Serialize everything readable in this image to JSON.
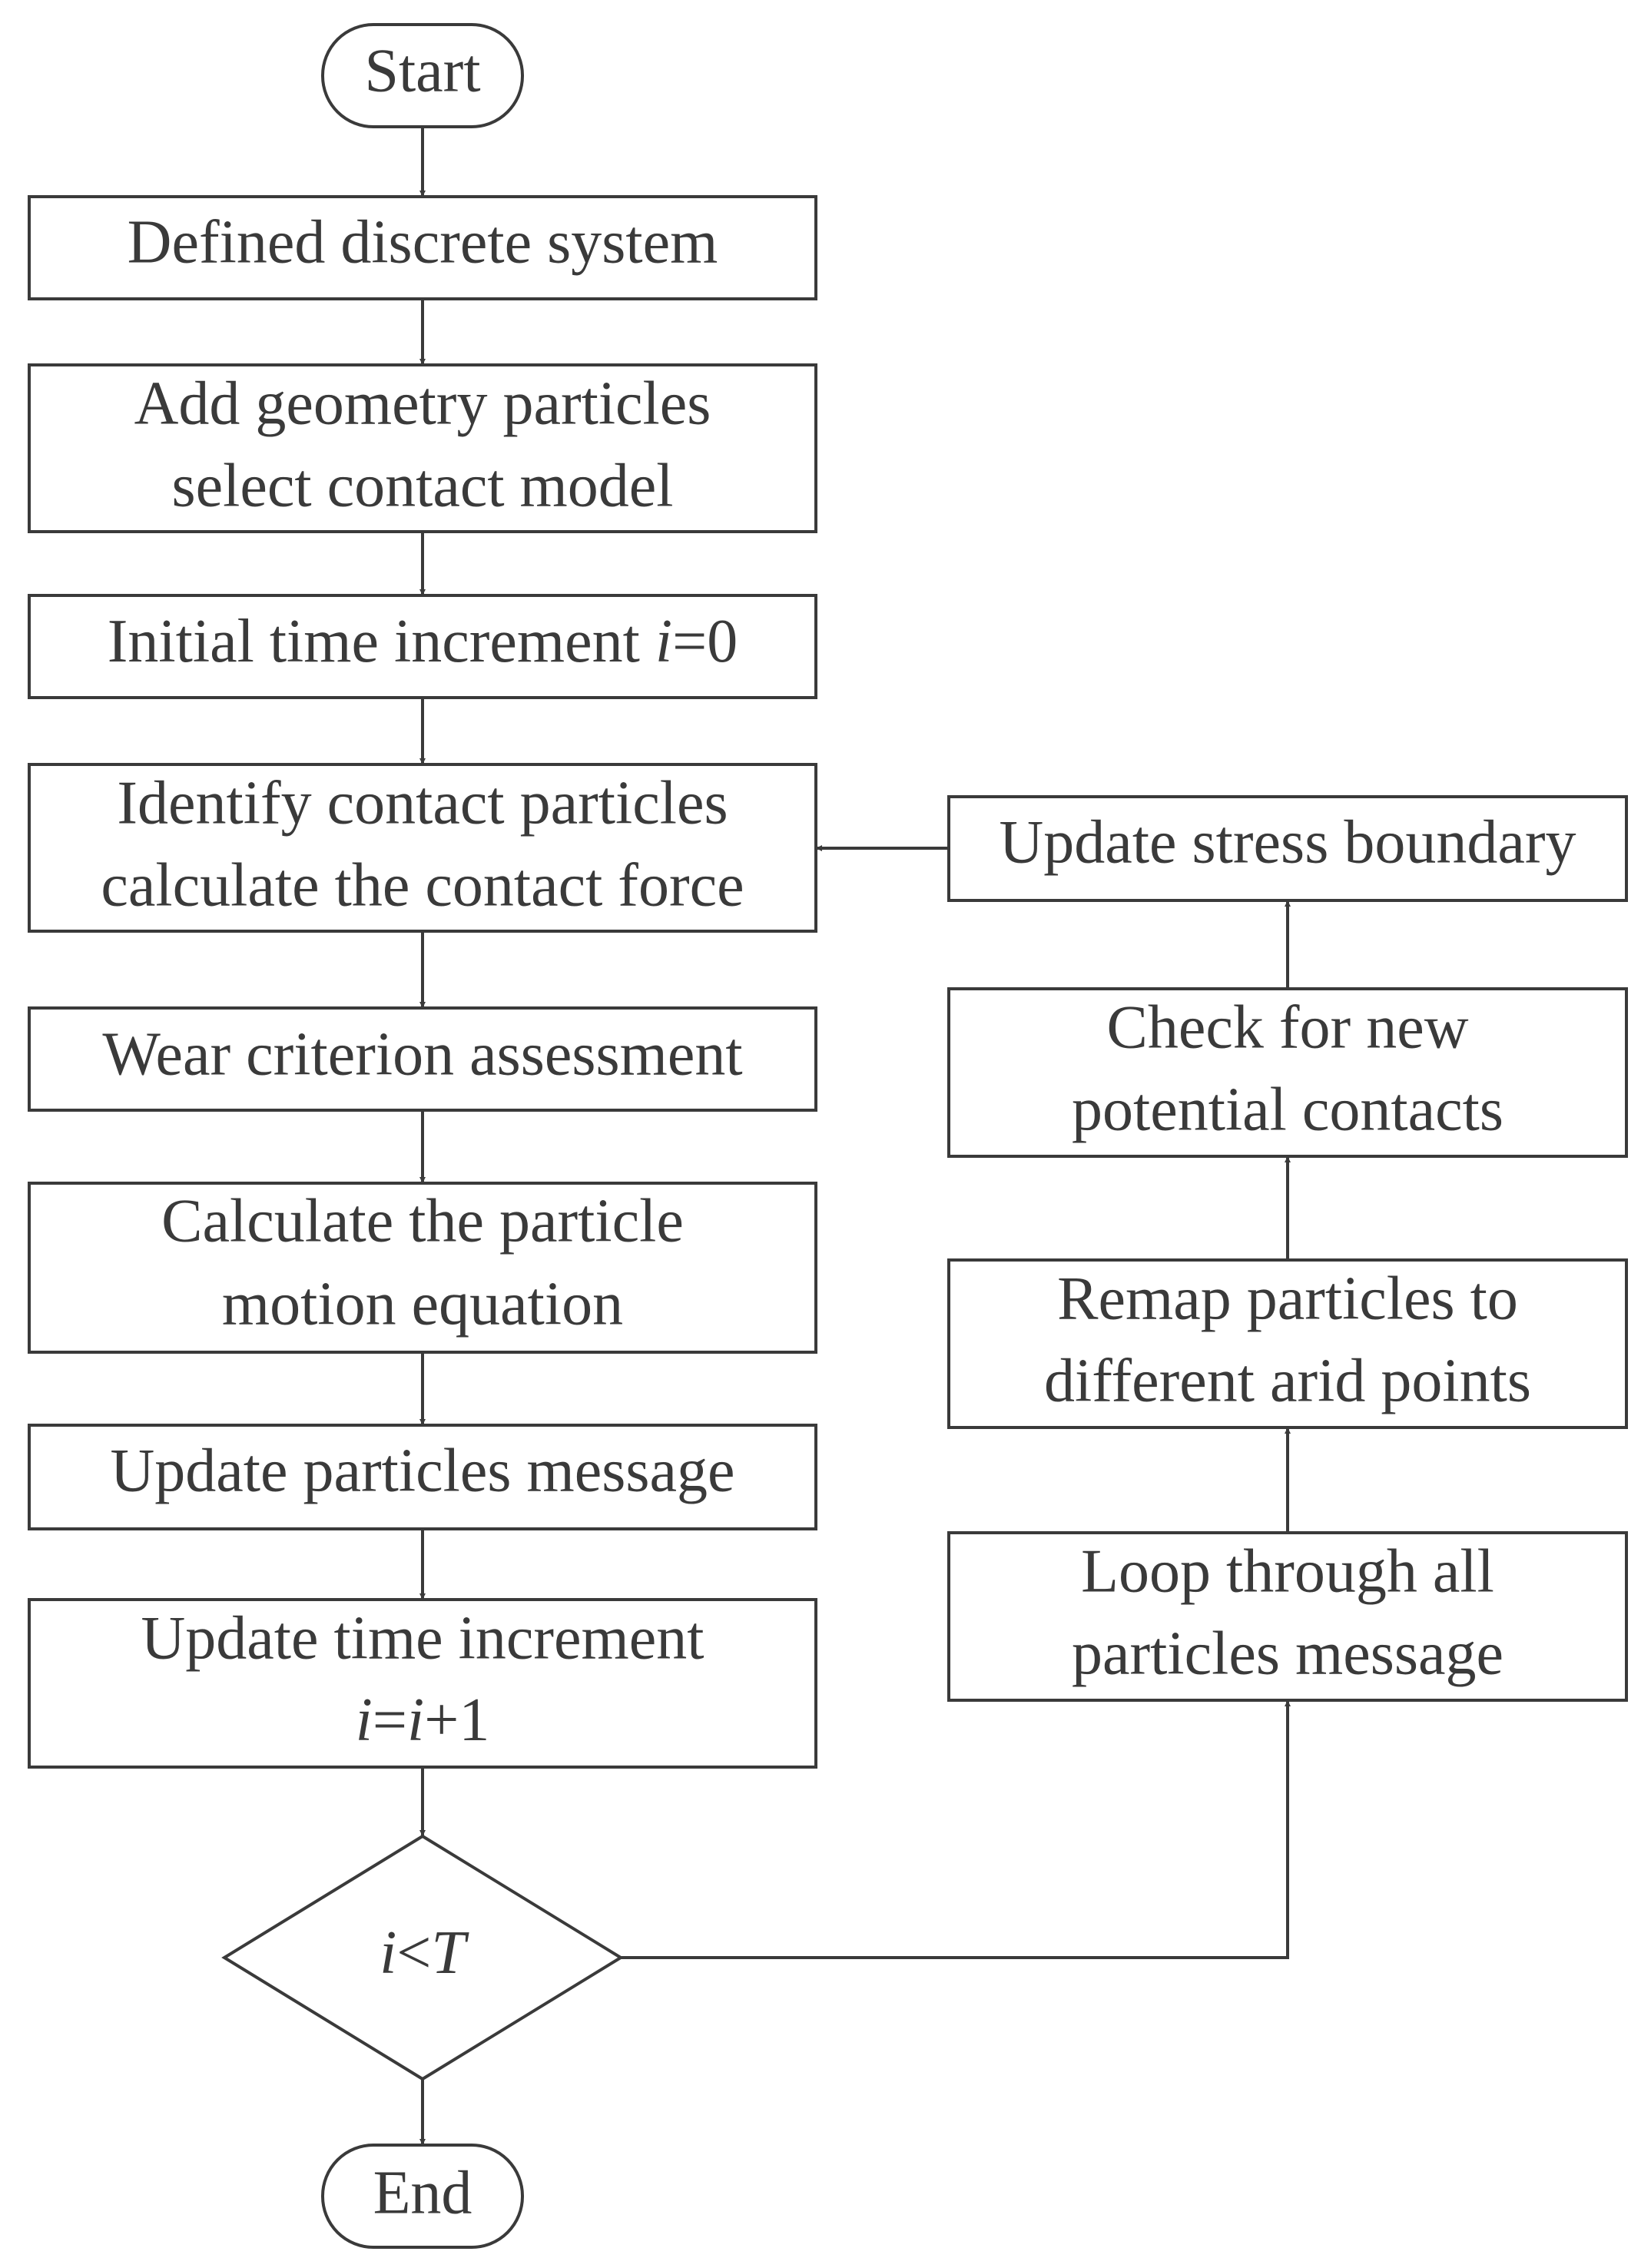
{
  "flowchart": {
    "start": "Start",
    "define": "Defined discrete system",
    "add_geometry": {
      "line1": "Add geometry particles",
      "line2": "select contact model"
    },
    "initial_increment": {
      "text": "Initial time increment ",
      "var": "i",
      "value": "=0"
    },
    "identify": {
      "line1": "Identify contact particles",
      "line2": "calculate the contact force"
    },
    "wear": "Wear criterion assessment",
    "motion": {
      "line1": "Calculate the particle",
      "line2": "motion equation"
    },
    "update_particles": "Update particles message",
    "update_increment": {
      "line1": "Update time increment",
      "var1": "i",
      "eq": "=",
      "var2": "i",
      "plus": "+1"
    },
    "decision": {
      "var1": "i",
      "op": "<",
      "var2": "T"
    },
    "end": "End",
    "loop": {
      "line1": "Loop through all",
      "line2": "particles message"
    },
    "remap": {
      "line1": "Remap particles to",
      "line2": "different arid points"
    },
    "check": {
      "line1": "Check for new",
      "line2": "potential contacts"
    },
    "update_stress": "Update stress boundary"
  },
  "colors": {
    "stroke": "#3a3a3a",
    "background": "#ffffff"
  }
}
